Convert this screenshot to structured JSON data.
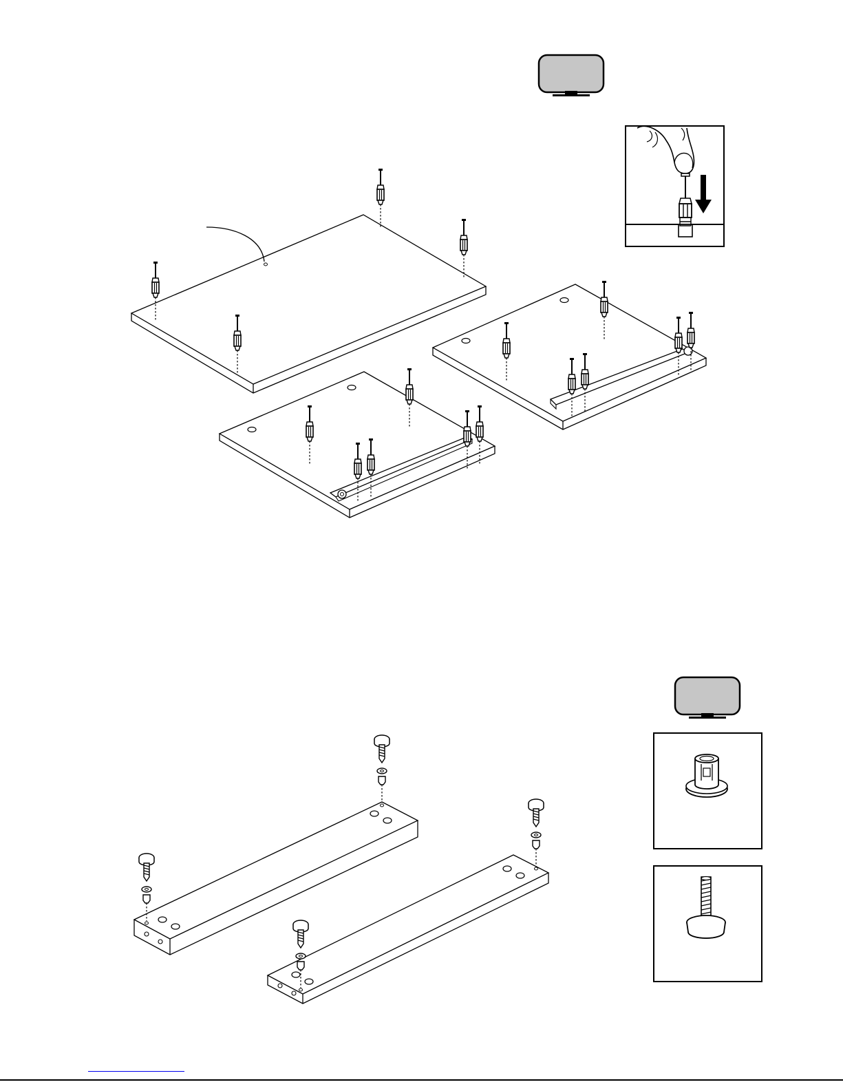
{
  "document": {
    "type": "assembly-instructions",
    "steps": [
      {
        "id": "step-top",
        "tool": "screwdriver-badge",
        "detail_inset": "press-in-insert-with-finger",
        "panels": [
          "large-panel",
          "drawer-panel-left-runner",
          "drawer-panel-right-runner"
        ],
        "hardware": "push-in-dowel"
      },
      {
        "id": "step-bottom",
        "tool": "screwdriver-badge",
        "parts": [
          "insert-nut",
          "leveling-foot"
        ],
        "boards": [
          "plinth-rail-back",
          "plinth-rail-front"
        ],
        "hardware": "leveling-foot-with-insert"
      }
    ]
  },
  "colors": {
    "ink": "#000000",
    "badge_fill": "#c6c6c6",
    "paper": "#ffffff",
    "link": "#0000ee"
  },
  "icons": [
    "screwdriver-badge-icon",
    "finger-press-icon",
    "down-arrow-icon",
    "dowel-icon",
    "insert-nut-icon",
    "leveling-foot-icon"
  ]
}
